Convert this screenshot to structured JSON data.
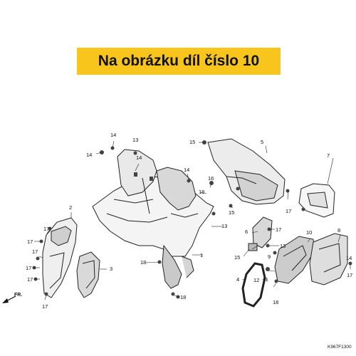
{
  "banner": {
    "text": "Na obrázku díl číslo 10"
  },
  "diagram": {
    "code": "K967F1300",
    "fr_label": "FR.",
    "callouts": [
      {
        "id": "c14a",
        "text": "14"
      },
      {
        "id": "c13a",
        "text": "13"
      },
      {
        "id": "c14b",
        "text": "14"
      },
      {
        "id": "c14c",
        "text": "14"
      },
      {
        "id": "c14d",
        "text": "14"
      },
      {
        "id": "c18a",
        "text": "18"
      },
      {
        "id": "c16",
        "text": "16"
      },
      {
        "id": "c15a",
        "text": "15"
      },
      {
        "id": "c5",
        "text": "5"
      },
      {
        "id": "c7",
        "text": "7"
      },
      {
        "id": "c17a",
        "text": "17"
      },
      {
        "id": "c2",
        "text": "2"
      },
      {
        "id": "c17b",
        "text": "17"
      },
      {
        "id": "c17c",
        "text": "17"
      },
      {
        "id": "c17d",
        "text": "17"
      },
      {
        "id": "c17e",
        "text": "17"
      },
      {
        "id": "c17f",
        "text": "17"
      },
      {
        "id": "c17g",
        "text": "17"
      },
      {
        "id": "c3",
        "text": "3"
      },
      {
        "id": "c13b",
        "text": "13"
      },
      {
        "id": "c15b",
        "text": "15"
      },
      {
        "id": "c1",
        "text": "1"
      },
      {
        "id": "c18b",
        "text": "18"
      },
      {
        "id": "c18c",
        "text": "18"
      },
      {
        "id": "c6",
        "text": "6"
      },
      {
        "id": "c17h",
        "text": "17"
      },
      {
        "id": "c13c",
        "text": "13"
      },
      {
        "id": "c15c",
        "text": "15"
      },
      {
        "id": "c9",
        "text": "9"
      },
      {
        "id": "c10",
        "text": "10"
      },
      {
        "id": "c8",
        "text": "8"
      },
      {
        "id": "c12",
        "text": "12"
      },
      {
        "id": "c11",
        "text": "11"
      },
      {
        "id": "c4",
        "text": "4"
      },
      {
        "id": "c18d",
        "text": "18"
      },
      {
        "id": "c14e",
        "text": "14"
      },
      {
        "id": "c17i",
        "text": "17"
      }
    ]
  }
}
